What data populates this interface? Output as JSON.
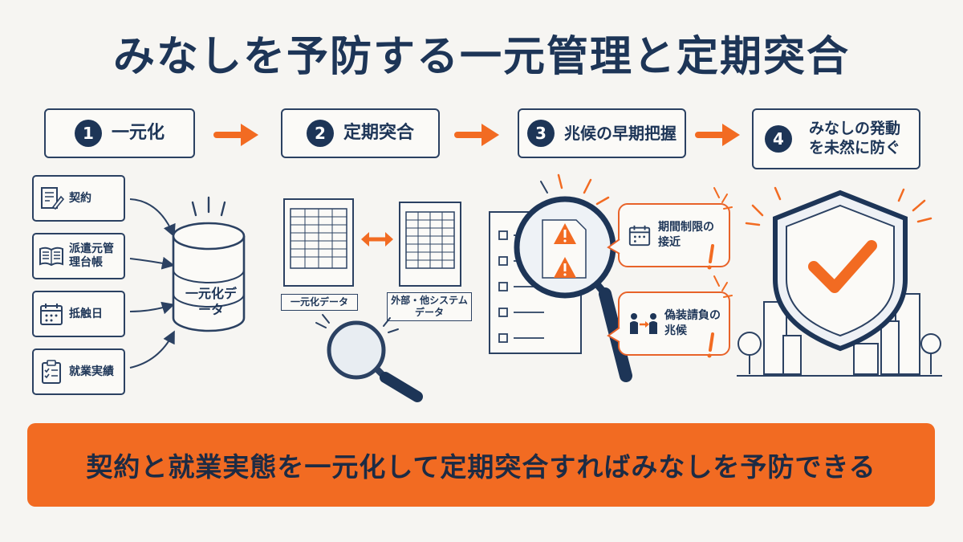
{
  "title": "みなしを予防する一元管理と定期突合",
  "steps": [
    {
      "num": "1",
      "label": "一元化"
    },
    {
      "num": "2",
      "label": "定期突合"
    },
    {
      "num": "3",
      "label": "兆候の早期把握"
    },
    {
      "num": "4",
      "label": "みなしの発動を未然に防ぐ"
    }
  ],
  "sources": [
    "契約",
    "派遣元管理台帳",
    "抵触日",
    "就業実績"
  ],
  "database_label": "一元化データ",
  "compare": {
    "left_caption": "一元化データ",
    "right_caption": "外部・他システムデータ"
  },
  "signals": [
    "期間制限の接近",
    "偽装請負の兆候"
  ],
  "banner": "契約と就業実態を一元化して定期突合すればみなしを予防できる",
  "colors": {
    "navy": "#1d3557",
    "orange": "#f26b22",
    "background": "#f6f5f2"
  }
}
